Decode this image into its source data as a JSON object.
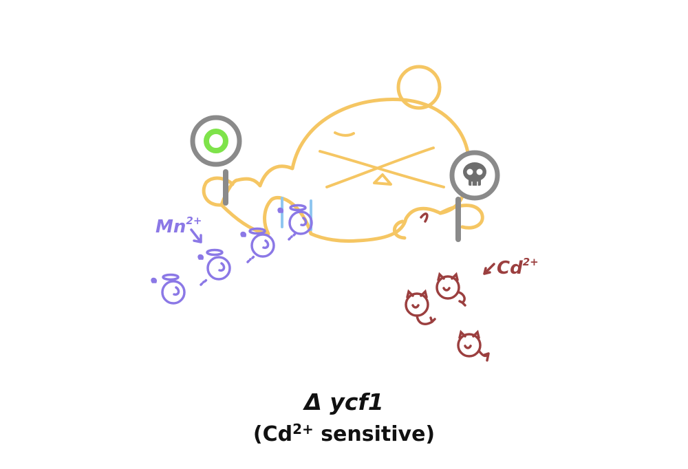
{
  "labels": {
    "mn_ion": "Mn",
    "mn_charge": "2+",
    "cd_ion": "Cd",
    "cd_charge": "2+"
  },
  "caption": {
    "title": "Δ ycf1",
    "subtitle_prefix": "(Cd",
    "subtitle_sup": "2+",
    "subtitle_suffix": " sensitive)"
  },
  "colors": {
    "cell_body": "#f5c663",
    "manganese": "#8b78e6",
    "cadmium": "#9b3f3f",
    "transporter": "#8fc6f0",
    "sign_post": "#8a8a8a",
    "sign_ring_green": "#7ee34a"
  },
  "icons": [
    "happy-sign-icon",
    "skull-sign-icon",
    "angel-ion-icon",
    "devil-ion-icon"
  ]
}
